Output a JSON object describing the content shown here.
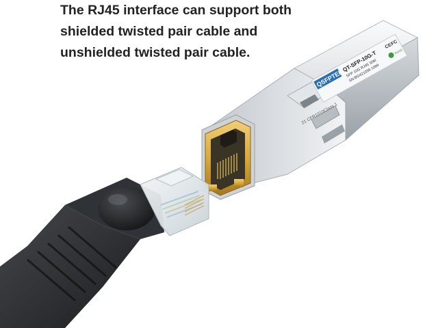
{
  "caption": {
    "line1": "The RJ45 interface can support both",
    "line2": "shielded twisted pair cable and",
    "line3": "unshielded twisted pair cable."
  },
  "module_label": {
    "brand": "QSFPTEK",
    "model": "QT-SFP-10G-T",
    "spec_line": "SFP 10G RJ45 30M",
    "serial": "SN:BG421099 1089",
    "side_text": "21 CFR1010Class 1",
    "ce_mark": "CE",
    "fc_mark": "FC",
    "rohs_mark": "RoHS"
  },
  "colors": {
    "metal_light": "#eef0f2",
    "metal_mid": "#c9cdd1",
    "metal_dark": "#8f969c",
    "gold": "#d9a93b",
    "cable": "#2b2d30",
    "plug_clear": "#e4ebee",
    "brand_blue": "#2b6fb6"
  }
}
